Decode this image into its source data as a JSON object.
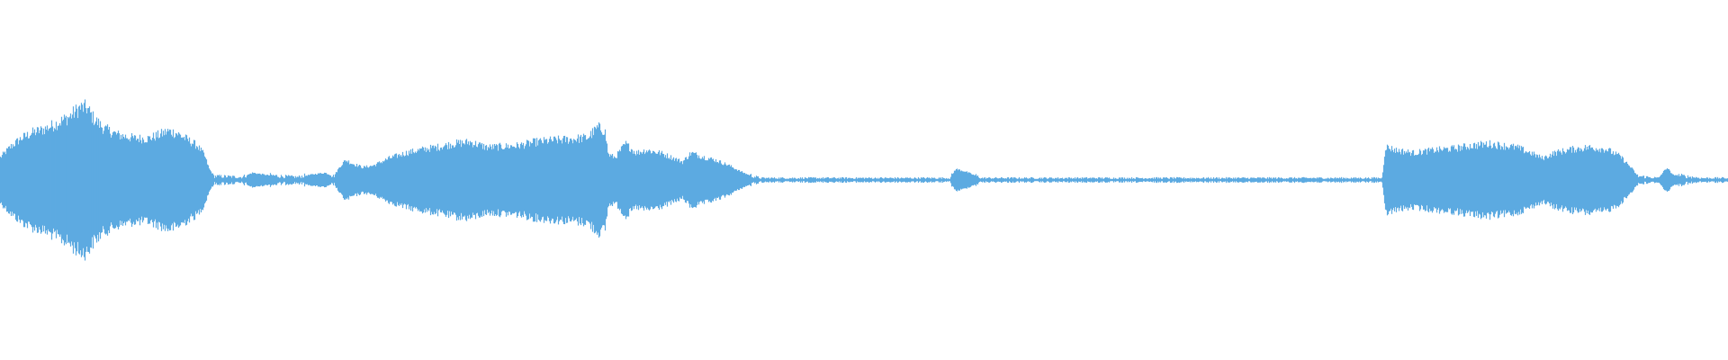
{
  "waveform": {
    "color": "#5DAAE1",
    "background": "#FFFFFF",
    "amplitude_envelope": [
      [
        0.0,
        0.25
      ],
      [
        0.006,
        0.37
      ],
      [
        0.012,
        0.46
      ],
      [
        0.018,
        0.52
      ],
      [
        0.025,
        0.56
      ],
      [
        0.032,
        0.62
      ],
      [
        0.04,
        0.7
      ],
      [
        0.046,
        0.8
      ],
      [
        0.05,
        0.8
      ],
      [
        0.054,
        0.68
      ],
      [
        0.06,
        0.57
      ],
      [
        0.068,
        0.5
      ],
      [
        0.078,
        0.46
      ],
      [
        0.086,
        0.46
      ],
      [
        0.092,
        0.5
      ],
      [
        0.097,
        0.54
      ],
      [
        0.102,
        0.52
      ],
      [
        0.108,
        0.45
      ],
      [
        0.114,
        0.38
      ],
      [
        0.118,
        0.28
      ],
      [
        0.121,
        0.12
      ],
      [
        0.124,
        0.04
      ],
      [
        0.14,
        0.03
      ],
      [
        0.146,
        0.08
      ],
      [
        0.156,
        0.05
      ],
      [
        0.162,
        0.04
      ],
      [
        0.172,
        0.03
      ],
      [
        0.18,
        0.06
      ],
      [
        0.188,
        0.08
      ],
      [
        0.193,
        0.04
      ],
      [
        0.197,
        0.16
      ],
      [
        0.2,
        0.22
      ],
      [
        0.204,
        0.18
      ],
      [
        0.21,
        0.14
      ],
      [
        0.216,
        0.16
      ],
      [
        0.225,
        0.24
      ],
      [
        0.235,
        0.3
      ],
      [
        0.245,
        0.34
      ],
      [
        0.255,
        0.37
      ],
      [
        0.262,
        0.4
      ],
      [
        0.272,
        0.42
      ],
      [
        0.282,
        0.36
      ],
      [
        0.29,
        0.37
      ],
      [
        0.3,
        0.38
      ],
      [
        0.31,
        0.42
      ],
      [
        0.32,
        0.44
      ],
      [
        0.33,
        0.45
      ],
      [
        0.34,
        0.47
      ],
      [
        0.346,
        0.58
      ],
      [
        0.35,
        0.55
      ],
      [
        0.352,
        0.28
      ],
      [
        0.356,
        0.25
      ],
      [
        0.362,
        0.4
      ],
      [
        0.368,
        0.3
      ],
      [
        0.374,
        0.33
      ],
      [
        0.382,
        0.3
      ],
      [
        0.39,
        0.24
      ],
      [
        0.395,
        0.2
      ],
      [
        0.4,
        0.3
      ],
      [
        0.406,
        0.26
      ],
      [
        0.414,
        0.22
      ],
      [
        0.422,
        0.16
      ],
      [
        0.428,
        0.1
      ],
      [
        0.434,
        0.05
      ],
      [
        0.44,
        0.02
      ],
      [
        0.55,
        0.02
      ],
      [
        0.553,
        0.12
      ],
      [
        0.558,
        0.1
      ],
      [
        0.563,
        0.06
      ],
      [
        0.568,
        0.02
      ],
      [
        0.61,
        0.02
      ],
      [
        0.62,
        0.02
      ],
      [
        0.7,
        0.02
      ],
      [
        0.74,
        0.02
      ],
      [
        0.8,
        0.02
      ],
      [
        0.802,
        0.37
      ],
      [
        0.808,
        0.33
      ],
      [
        0.818,
        0.3
      ],
      [
        0.83,
        0.33
      ],
      [
        0.842,
        0.35
      ],
      [
        0.852,
        0.38
      ],
      [
        0.862,
        0.4
      ],
      [
        0.87,
        0.38
      ],
      [
        0.878,
        0.36
      ],
      [
        0.886,
        0.3
      ],
      [
        0.893,
        0.24
      ],
      [
        0.9,
        0.3
      ],
      [
        0.91,
        0.34
      ],
      [
        0.92,
        0.36
      ],
      [
        0.93,
        0.34
      ],
      [
        0.938,
        0.26
      ],
      [
        0.945,
        0.12
      ],
      [
        0.948,
        0.04
      ],
      [
        0.96,
        0.02
      ],
      [
        0.965,
        0.14
      ],
      [
        0.968,
        0.06
      ],
      [
        0.975,
        0.04
      ],
      [
        0.985,
        0.02
      ],
      [
        1.0,
        0.02
      ]
    ]
  }
}
